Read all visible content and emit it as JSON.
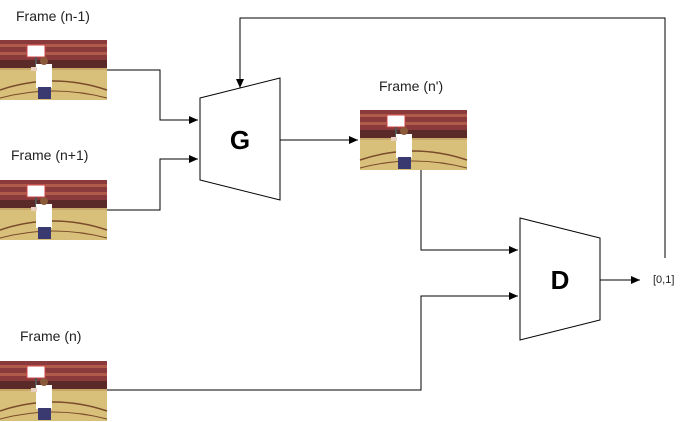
{
  "labels": {
    "frame_prev": "Frame (n-1)",
    "frame_next": "Frame (n+1)",
    "frame_gen": "Frame (n')",
    "frame_curr": "Frame (n)",
    "generator": "G",
    "discriminator": "D",
    "output": "[0,1]"
  },
  "colors": {
    "line": "#000000",
    "court_floor": "#d8c07a",
    "stands": "#8a3a3a",
    "player_shirt": "#ffffff"
  },
  "icons": {
    "frame_thumbnail": "basketball-court-photo"
  }
}
